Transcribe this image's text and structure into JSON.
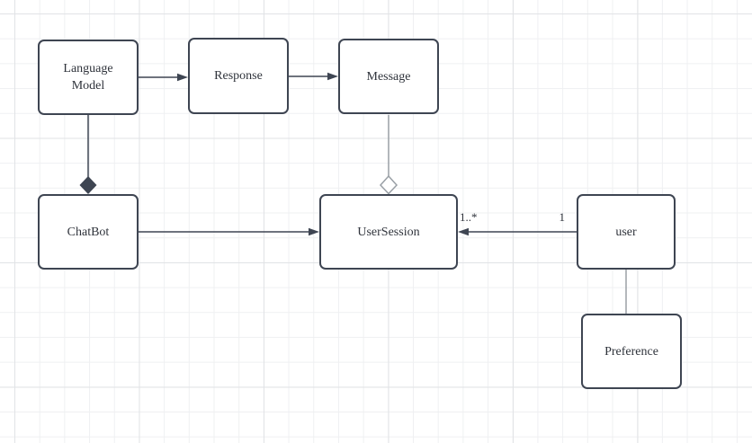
{
  "diagram": {
    "nodes": [
      {
        "id": "language-model",
        "label": "Language\nModel"
      },
      {
        "id": "response",
        "label": "Response"
      },
      {
        "id": "message",
        "label": "Message"
      },
      {
        "id": "chatbot",
        "label": "ChatBot"
      },
      {
        "id": "usersession",
        "label": "UserSession"
      },
      {
        "id": "user",
        "label": "user"
      },
      {
        "id": "preference",
        "label": "Preference"
      }
    ],
    "edges": [
      {
        "from": "Language Model",
        "to": "Response",
        "type": "directed-arrow"
      },
      {
        "from": "Response",
        "to": "Message",
        "type": "directed-arrow"
      },
      {
        "from": "Language Model",
        "to": "ChatBot",
        "type": "composition-filled-diamond"
      },
      {
        "from": "Message",
        "to": "UserSession",
        "type": "aggregation-hollow-diamond"
      },
      {
        "from": "ChatBot",
        "to": "UserSession",
        "type": "directed-arrow"
      },
      {
        "from": "user",
        "to": "UserSession",
        "type": "directed-arrow",
        "source_multiplicity": "1",
        "target_multiplicity": "1..*"
      },
      {
        "from": "user",
        "to": "Preference",
        "type": "plain-line"
      }
    ],
    "colors": {
      "node_border": "#3e4552",
      "node_fill": "#ffffff",
      "dark_edge": "#3e4552",
      "gray_edge": "#9aa0a6",
      "text": "#2f333b",
      "grid_minor": "#eff0f2",
      "grid_major": "#e1e3e6",
      "canvas": "#ffffff"
    }
  }
}
